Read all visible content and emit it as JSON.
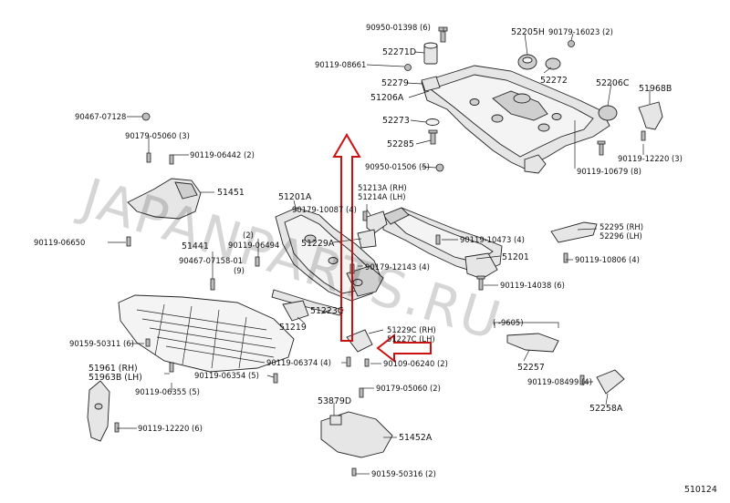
{
  "diagram_code": "510124",
  "watermark": "JAPANPARTS.RU",
  "range_note": "( -9605)",
  "callout_labels": {
    "c90950_01398": "90950-01398 (6)",
    "c52205h": "52205H",
    "c90179_16023": "90179-16023 (2)",
    "c52271d": "52271D",
    "c90119_08661": "90119-08661",
    "c52272": "52272",
    "c52279": "52279",
    "c52206c": "52206C",
    "c51968b": "51968B",
    "c51206a": "51206A",
    "c90467_07128": "90467-07128",
    "c52273": "52273",
    "c90179_05060_3": "90179-05060 (3)",
    "c52285": "52285",
    "c90119_12220_3": "90119-12220 (3)",
    "c90119_06442": "90119-06442 (2)",
    "c90950_01506": "90950-01506 (5)",
    "c90119_10679": "90119-10679 (8)",
    "c51451": "51451",
    "c51213a": "51213A (RH)",
    "c51214a": "51214A (LH)",
    "c51201a": "51201A",
    "c90179_10087": "90179-10087 (4)",
    "c90119_06650": "90119-06650",
    "c90119_06494_q": "(2)",
    "c90119_06494": "90119-06494",
    "c51229a": "51229A",
    "c90119_10473": "90119-10473 (4)",
    "c52295": "52295 (RH)",
    "c52296": "52296 (LH)",
    "c51441": "51441",
    "c51201": "51201",
    "c90467_07158": "90467-07158-01",
    "c90467_07158_q": "(9)",
    "c90179_12143": "90179-12143 (4)",
    "c90119_10806": "90119-10806 (4)",
    "c90119_14038": "90119-14038 (6)",
    "c51223c": "51223C",
    "c51219": "51219",
    "c51229c": "51229C (RH)",
    "c51227c": "51227C (LH)",
    "c90159_50311": "90159-50311 (6)",
    "c90119_06374": "90119-06374 (4)",
    "c90109_06240": "90109-06240 (2)",
    "c52257": "52257",
    "c51961": "51961 (RH)",
    "c51963b": "51963B (LH)",
    "c90119_06354": "90119-06354 (5)",
    "c90179_05060_2": "90179-05060 (2)",
    "c90119_08499": "90119-08499 (4)",
    "c90119_06355": "90119-06355 (5)",
    "c52258a": "52258A",
    "c53879d": "53879D",
    "c90119_12220_6": "90119-12220 (6)",
    "c51452a": "51452A",
    "c90159_50316": "90159-50316 (2)"
  },
  "arrow_color": "#cc1111"
}
